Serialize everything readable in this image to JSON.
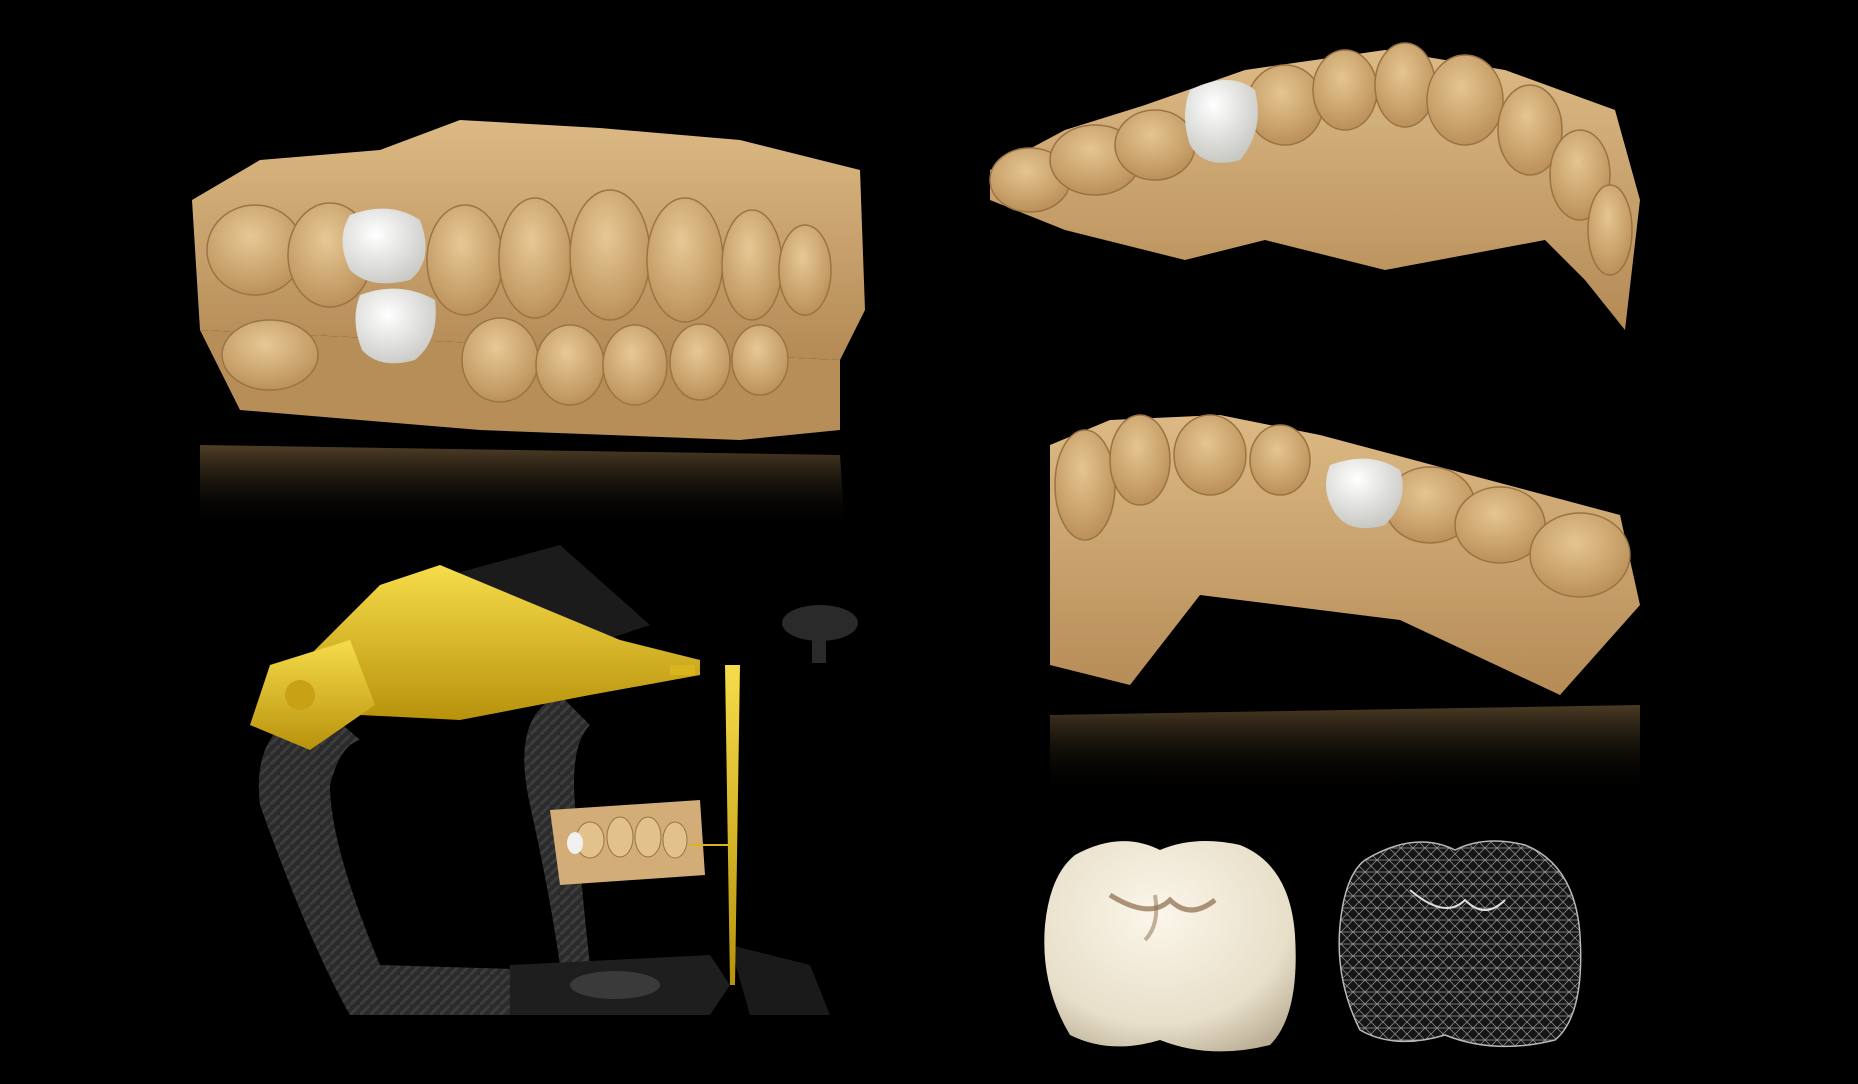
{
  "scene": {
    "background_color": "#000000",
    "model_color": "#d4b07c",
    "model_shadow_color": "#8d6b3f",
    "restoration_color": "#ecebe6",
    "articulator_gold": "#e8c21a",
    "articulator_dark": "#2a2a2a",
    "mesh_color": "#bfbfbf"
  },
  "objects": [
    {
      "name": "full-arch-occlusion-model",
      "icon": "dental-model-icon"
    },
    {
      "name": "upper-arch-model",
      "icon": "dental-model-icon"
    },
    {
      "name": "lower-arch-model",
      "icon": "dental-model-icon"
    },
    {
      "name": "virtual-articulator",
      "icon": "articulator-icon"
    },
    {
      "name": "crown-solid-render",
      "icon": "tooth-crown-icon"
    },
    {
      "name": "crown-wireframe-mesh",
      "icon": "mesh-icon"
    }
  ]
}
